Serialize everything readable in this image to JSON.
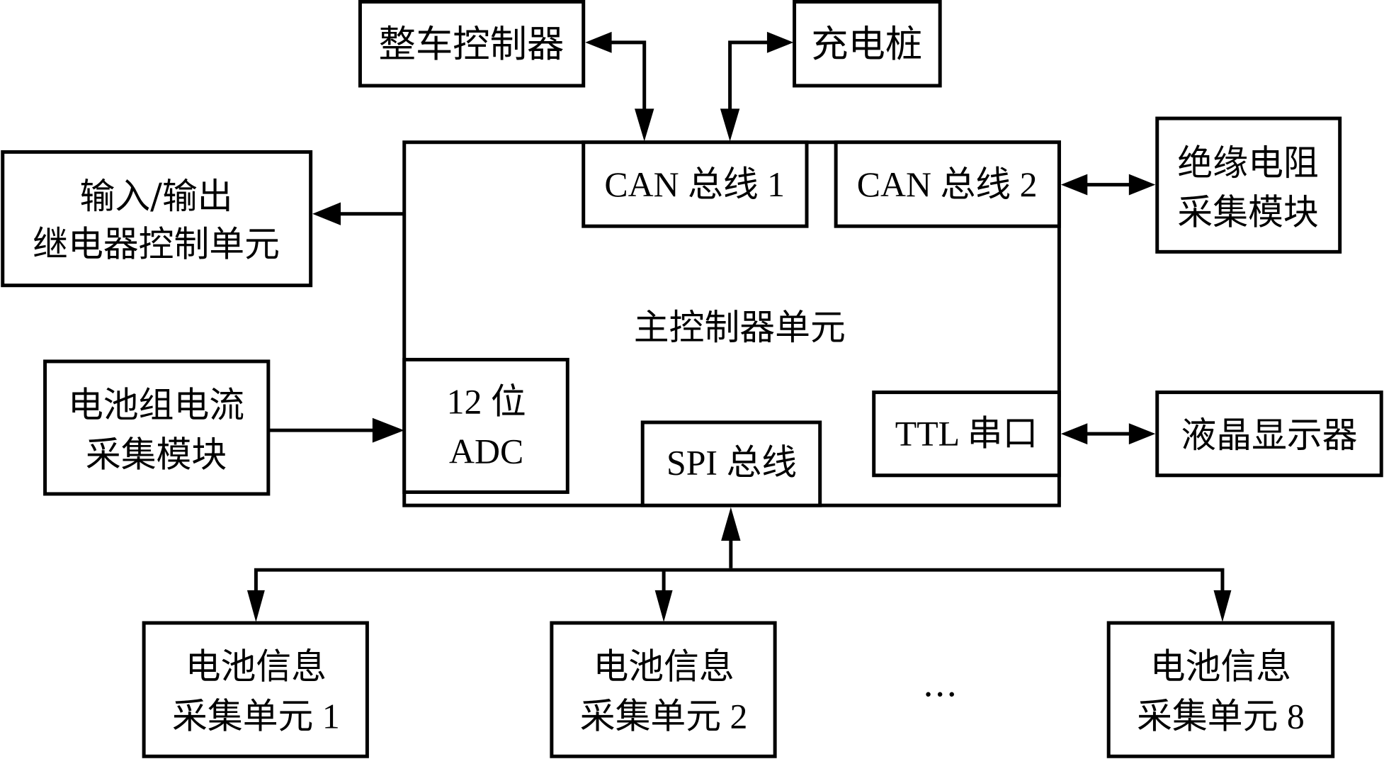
{
  "diagram": {
    "main_unit": {
      "label": "主控制器单元"
    },
    "ports": {
      "can1": {
        "label": "CAN 总线 1"
      },
      "can2": {
        "label": "CAN 总线 2"
      },
      "adc": {
        "line1": "12 位",
        "line2": "ADC"
      },
      "spi": {
        "label": "SPI 总线"
      },
      "ttl": {
        "label": "TTL 串口"
      }
    },
    "external": {
      "vehicle_controller": {
        "label": "整车控制器"
      },
      "charging_pile": {
        "label": "充电桩"
      },
      "io_relay": {
        "line1": "输入/输出",
        "line2": "继电器控制单元"
      },
      "insulation": {
        "line1": "绝缘电阻",
        "line2": "采集模块"
      },
      "current": {
        "line1": "电池组电流",
        "line2": "采集模块"
      },
      "lcd": {
        "label": "液晶显示器"
      }
    },
    "collectors": [
      {
        "line1": "电池信息",
        "line2": "采集单元 1"
      },
      {
        "line1": "电池信息",
        "line2": "采集单元 2"
      },
      {
        "line1": "电池信息",
        "line2": "采集单元 8"
      }
    ],
    "ellipsis": "…"
  }
}
